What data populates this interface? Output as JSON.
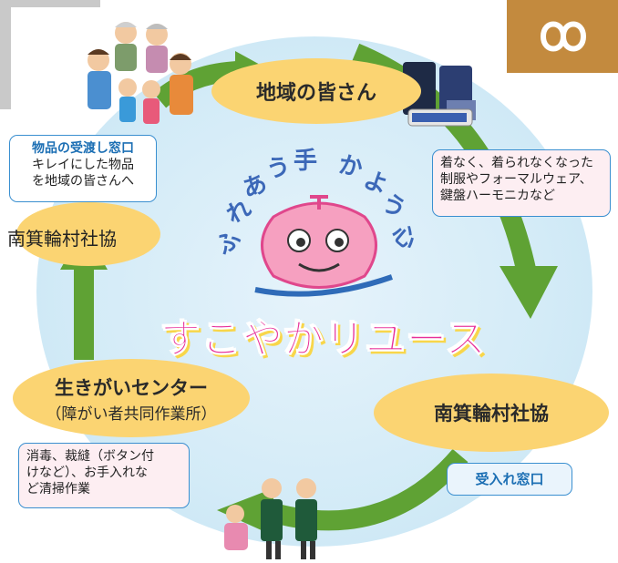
{
  "nodes": {
    "top": {
      "label": "地域の皆さん"
    },
    "right": {
      "label": "南箕輪村社協"
    },
    "left_upper": {
      "label": "南箕輪村社協"
    },
    "left_lower": {
      "line1": "生きがいセンター",
      "line2": "（障がい者共同作業所）"
    }
  },
  "callouts": {
    "handover": {
      "title": "物品の受渡し窓口",
      "line1": "キレイにした物品",
      "line2": "を地域の皆さんへ"
    },
    "items": {
      "line1": "着なく、着られなくなった",
      "line2": "制服やフォーマルウェア、",
      "line3": "鍵盤ハーモニカなど"
    },
    "work": {
      "line1": "消毒、裁縫（ボタン付",
      "line2": "けなど）、お手入れな",
      "line3": "ど清掃作業"
    },
    "reception": {
      "label": "受入れ窓口"
    }
  },
  "center": {
    "arc_chars": [
      "ふ",
      "れ",
      "あ",
      "う",
      "手",
      "か",
      "よ",
      "う",
      "心"
    ],
    "title": "すこやかリユース"
  },
  "colors": {
    "arrow": "#5fa234",
    "oval": "#fbd472",
    "title": "#e7309a",
    "callout_border": "#3a8fd0",
    "badge": "#c38a3e"
  },
  "icons": [
    "infinity-icon",
    "family-illustration",
    "school-uniform-illustration",
    "workers-illustration",
    "mascot-logo"
  ]
}
